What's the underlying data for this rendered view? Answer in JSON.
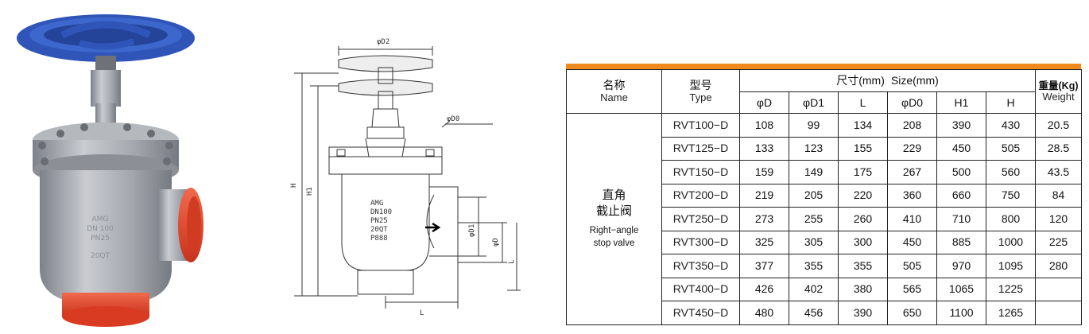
{
  "drawing": {
    "label_d2": "φD2",
    "label_d0": "φD0",
    "label_d1": "φD1",
    "label_d": "φD",
    "label_h": "H",
    "label_h1": "H1",
    "label_l": "L",
    "body_text": [
      "AMG",
      "DN100",
      "PN25",
      "20QT",
      "P888"
    ]
  },
  "spec_table": {
    "header": {
      "name_cn": "名称",
      "name_en": "Name",
      "type_cn": "型号",
      "type_en": "Type",
      "size_cn": "尺寸(mm)",
      "size_en": "Size(mm)",
      "weight_cn": "重量(Kg)",
      "weight_en": "Weight",
      "cols": [
        "φD",
        "φD1",
        "L",
        "φD0",
        "H1",
        "H"
      ]
    },
    "product_name_cn_1": "直角",
    "product_name_cn_2": "截止阀",
    "product_name_en_1": "Right−angle",
    "product_name_en_2": "stop valve",
    "rows": [
      {
        "model": "RVT100−D",
        "d": "108",
        "d1": "99",
        "l": "134",
        "d0": "208",
        "h1": "390",
        "h": "430",
        "w": "20.5"
      },
      {
        "model": "RVT125−D",
        "d": "133",
        "d1": "123",
        "l": "155",
        "d0": "229",
        "h1": "450",
        "h": "505",
        "w": "28.5"
      },
      {
        "model": "RVT150−D",
        "d": "159",
        "d1": "149",
        "l": "175",
        "d0": "267",
        "h1": "500",
        "h": "560",
        "w": "43.5"
      },
      {
        "model": "RVT200−D",
        "d": "219",
        "d1": "205",
        "l": "220",
        "d0": "360",
        "h1": "660",
        "h": "750",
        "w": "84"
      },
      {
        "model": "RVT250−D",
        "d": "273",
        "d1": "255",
        "l": "260",
        "d0": "410",
        "h1": "710",
        "h": "800",
        "w": "120"
      },
      {
        "model": "RVT300−D",
        "d": "325",
        "d1": "305",
        "l": "300",
        "d0": "450",
        "h1": "885",
        "h": "1000",
        "w": "225"
      },
      {
        "model": "RVT350−D",
        "d": "377",
        "d1": "355",
        "l": "355",
        "d0": "505",
        "h1": "970",
        "h": "1095",
        "w": "280"
      },
      {
        "model": "RVT400−D",
        "d": "426",
        "d1": "402",
        "l": "380",
        "d0": "565",
        "h1": "1065",
        "h": "1225",
        "w": ""
      },
      {
        "model": "RVT450−D",
        "d": "480",
        "d1": "456",
        "l": "390",
        "d0": "650",
        "h1": "1100",
        "h": "1265",
        "w": ""
      }
    ]
  },
  "colors": {
    "accent_bar": "#f08a1c",
    "handwheel": "#2f55b8",
    "valve_body": "#a9adb3",
    "pipe_ends": "#e8462d"
  }
}
